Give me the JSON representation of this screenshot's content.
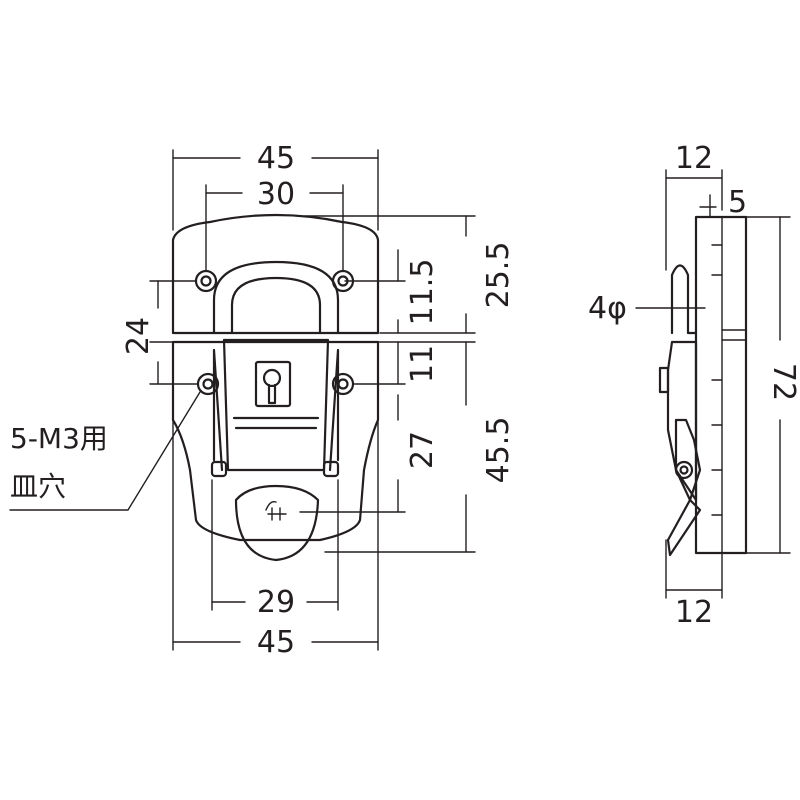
{
  "front_view": {
    "dim_total_width_top": "45",
    "dim_hole_pitch_horizontal": "30",
    "dim_upper_height": "25.5",
    "dim_hook_height": "11.5",
    "dim_hole_pitch_vertical": "24",
    "dim_gap": "11",
    "dim_lower_part": "27",
    "dim_lower_height": "45.5",
    "dim_clasp_width": "29",
    "dim_total_width_bottom": "45"
  },
  "callout": {
    "line1": "5-M3用",
    "line2": "皿穴"
  },
  "side_view": {
    "dim_top_depth": "12",
    "dim_plate_thickness": "5",
    "dim_pin_diameter": "4φ",
    "dim_total_height": "72",
    "dim_bottom_depth": "12"
  }
}
